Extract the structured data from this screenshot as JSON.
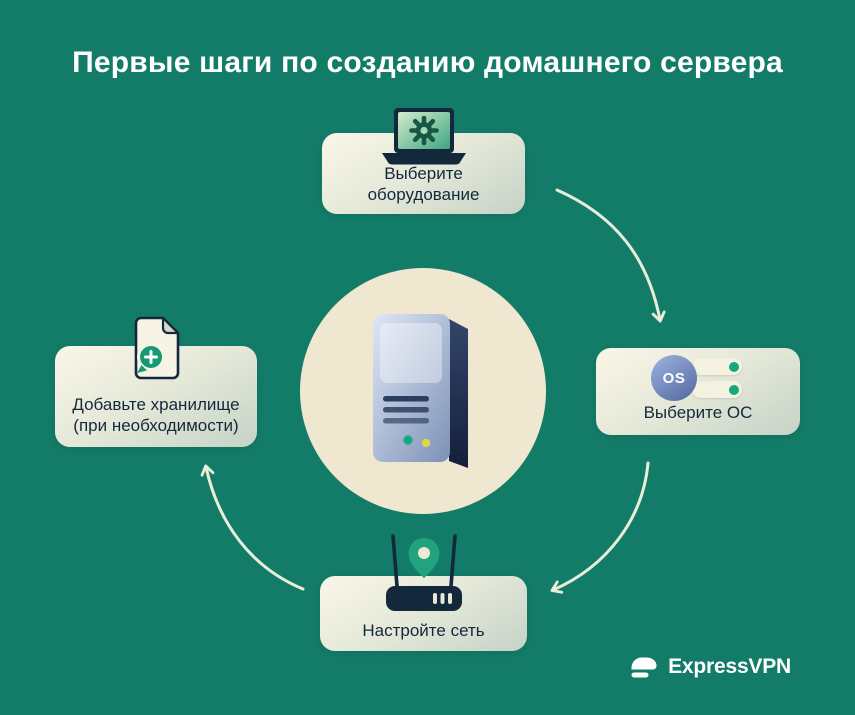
{
  "title": "Первые шаги по созданию домашнего сервера",
  "steps": [
    {
      "id": "hardware",
      "label": "Выберите оборудование",
      "icon": "laptop-gear-icon"
    },
    {
      "id": "os",
      "label": "Выберите ОС",
      "badge": "OS",
      "icon": "os-toggles-icon"
    },
    {
      "id": "network",
      "label": "Настройте сеть",
      "icon": "router-location-pin-icon"
    },
    {
      "id": "storage",
      "label": "Добавьте хранилище (при необходимости)",
      "icon": "document-plus-icon"
    }
  ],
  "center": {
    "illustration": "server-tower"
  },
  "brand": {
    "name": "ExpressVPN",
    "icon": "expressvpn-burger-icon"
  },
  "colors": {
    "background": "#137c68",
    "card_gradient_top": "#faf6e8",
    "card_gradient_bottom": "#c5d3c7",
    "text_dark": "#14283c",
    "accent_green": "#14a87e",
    "circle_cream": "#efe7cf",
    "arrow": "#e9eed9",
    "title_text": "#ffffff",
    "server_blue_light": "#dfe7f4",
    "server_blue_dark": "#141f3a",
    "status_dot_yellow": "#d9d84a"
  }
}
